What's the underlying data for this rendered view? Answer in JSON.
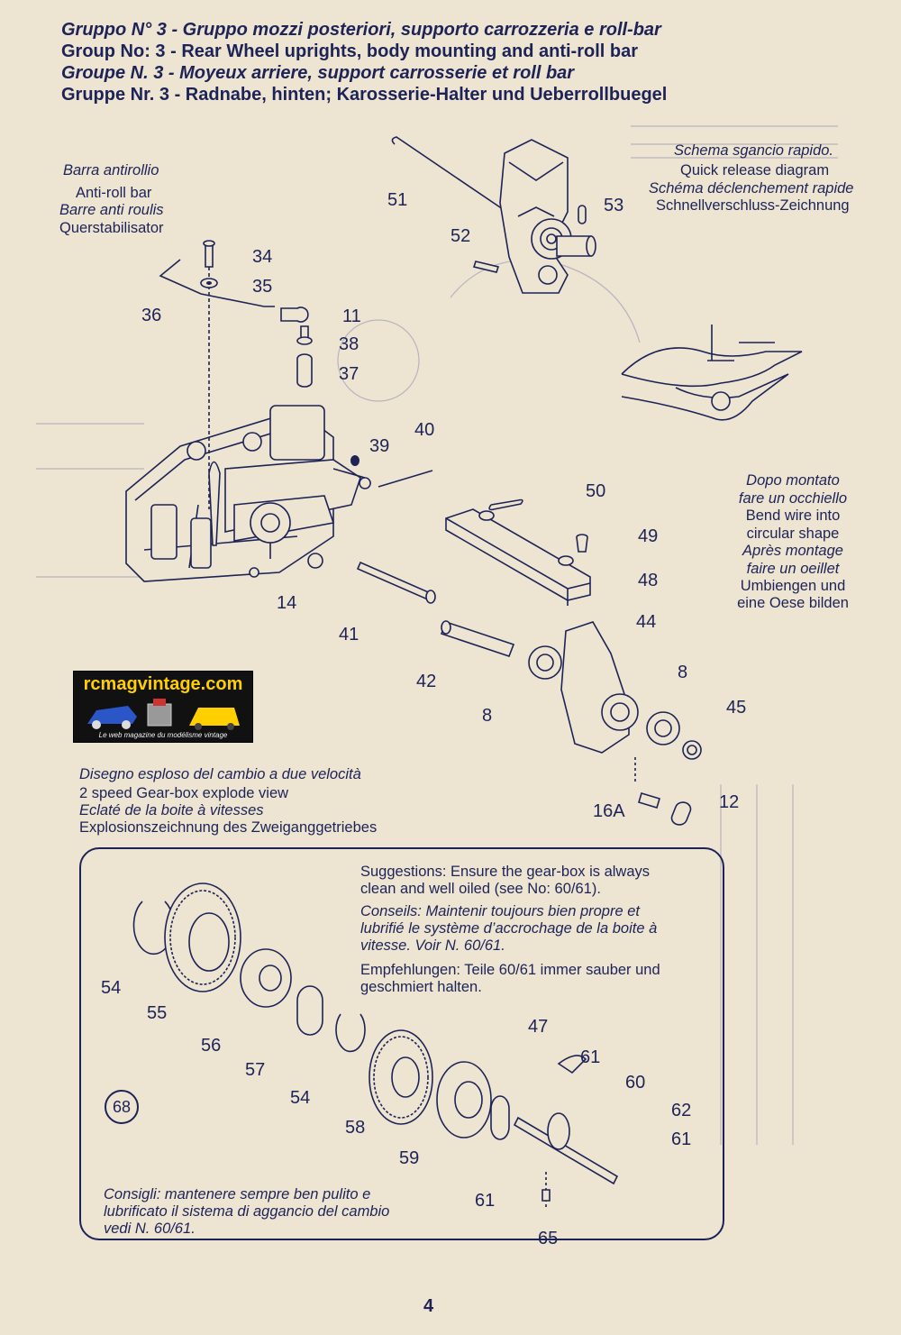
{
  "header": {
    "it": "Gruppo N° 3 - Gruppo mozzi posteriori, supporto carrozzeria e roll-bar",
    "en": "Group No: 3 - Rear Wheel uprights, body mounting and anti-roll bar",
    "fr": "Groupe N. 3 - Moyeux arriere, support carrosserie et roll bar",
    "de": "Gruppe Nr. 3 - Radnabe, hinten; Karosserie-Halter und Ueberrollbuegel"
  },
  "antiroll": {
    "it": "Barra antirollio",
    "en": "Anti-roll bar",
    "fr": "Barre anti roulis",
    "de": "Querstabilisator"
  },
  "quick_release": {
    "it": "Schema sgancio rapido.",
    "en": "Quick release diagram",
    "fr": "Schéma déclenchement rapide",
    "de": "Schnellverschluss-Zeichnung"
  },
  "bend_wire": {
    "it1": "Dopo montato",
    "it2": "fare un occhiello",
    "en1": "Bend wire into",
    "en2": "circular shape",
    "fr1": "Après montage",
    "fr2": "faire un oeillet",
    "de1": "Umbiengen und",
    "de2": "eine Oese bilden"
  },
  "gearbox": {
    "it": "Disegno esploso del cambio a due velocità",
    "en": "2 speed Gear-box explode view",
    "fr": "Eclaté de la boite à vitesses",
    "de": "Explosionszeichnung des Zweiganggetriebes"
  },
  "suggestions": {
    "en1": "Suggestions: Ensure the gear-box is always",
    "en2": "clean and well oiled (see No: 60/61).",
    "fr1": "Conseils: Maintenir toujours bien propre et",
    "fr2": "lubrifié le système d’accrochage de la boite à",
    "fr3": "vitesse. Voir N. 60/61.",
    "de1": "Empfehlungen: Teile 60/61 immer sauber und",
    "de2": "geschmiert halten."
  },
  "consigli": {
    "l1": "Consigli: mantenere sempre ben pulito e",
    "l2": "lubrificato il sistema di aggancio del cambio",
    "l3": "vedi N. 60/61."
  },
  "logo": {
    "title": "rcmagvintage.com",
    "tagline": "Le web magazine du modélisme vintage"
  },
  "badge": "68",
  "page_number": "4",
  "part_numbers_top": [
    "51",
    "52",
    "53",
    "34",
    "35",
    "36",
    "11",
    "38",
    "37",
    "39",
    "40",
    "50",
    "49",
    "48",
    "44",
    "14",
    "41",
    "42",
    "8",
    "8",
    "45",
    "16A",
    "12"
  ],
  "part_numbers_gear": [
    "54",
    "55",
    "56",
    "57",
    "54",
    "58",
    "59",
    "47",
    "61",
    "60",
    "62",
    "61",
    "61",
    "65"
  ]
}
